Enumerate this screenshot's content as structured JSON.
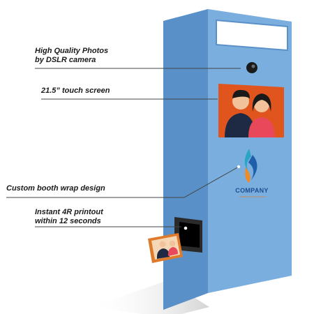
{
  "callouts": {
    "photos_line1": "High Quality Photos",
    "photos_line2": "by DSLR camera",
    "touch_screen": "21.5” touch screen",
    "booth_wrap": "Custom booth wrap design",
    "printout_line1": "Instant 4R printout",
    "printout_line2": "within 12 seconds"
  },
  "branding": {
    "company": "COMPANY",
    "tagline": "LOREM IPSUM DOLOR SIT"
  },
  "icons": {
    "camera": "camera-lens-icon",
    "logo": "company-flame-logo-icon"
  },
  "colors": {
    "booth_front": "#7aaedf",
    "booth_side": "#5a90c8",
    "screen": "#e0541e",
    "print_frame": "#e07a2a",
    "callout_line": "#444444",
    "logo_blue": "#1f5ea8",
    "logo_orange": "#f08a24",
    "logo_teal": "#2aa6c4"
  }
}
